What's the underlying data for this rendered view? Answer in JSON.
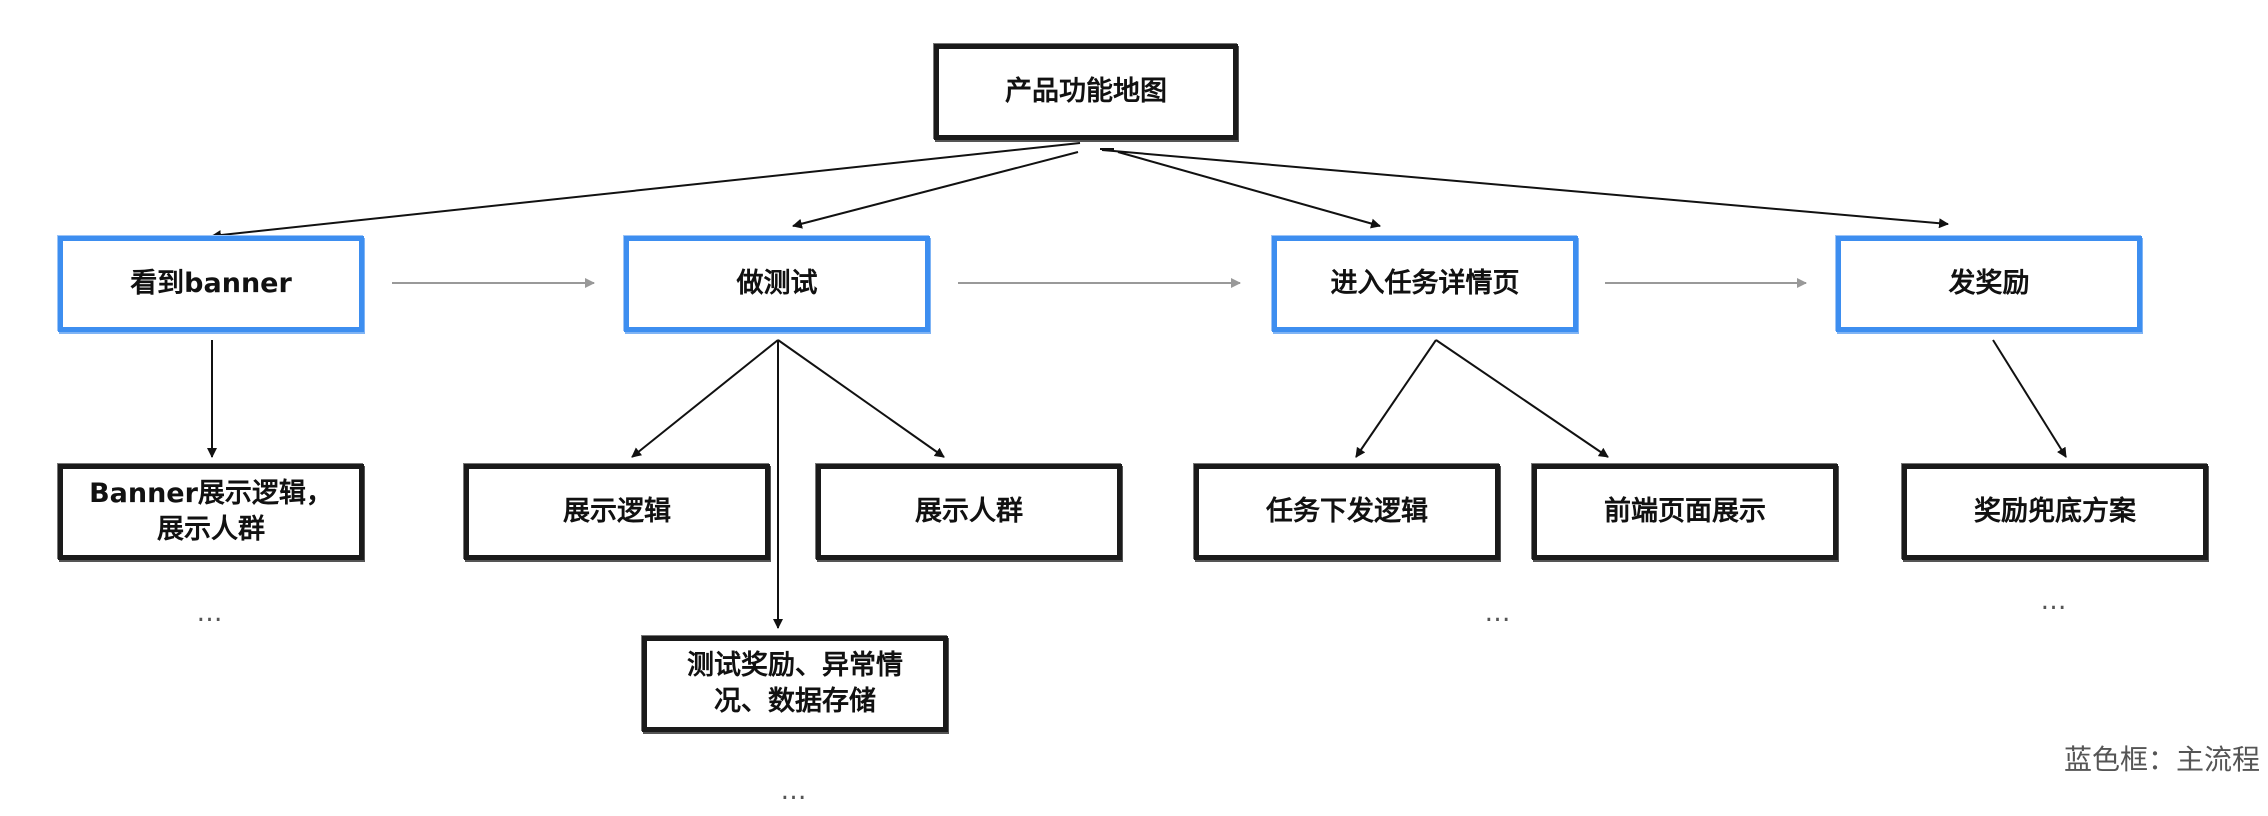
{
  "nodes": {
    "root": "产品功能地图",
    "see_banner": "看到banner",
    "do_test": "做测试",
    "task_detail": "进入任务详情页",
    "send_reward": "发奖励",
    "banner_logic": "Banner展示逻辑，展示人群",
    "show_logic": "展示逻辑",
    "show_group": "展示人群",
    "test_reward": "测试奖励、异常情况、数据存储",
    "task_dispatch": "任务下发逻辑",
    "frontend_page": "前端页面展示",
    "reward_fallback": "奖励兜底方案"
  },
  "ellipsis": "…",
  "legend": "蓝色框：主流程",
  "colors": {
    "main_flow_border": "#3d8ef0",
    "sub_border": "#1a1a1a",
    "flow_arrow": "#999999",
    "tree_arrow": "#111111"
  }
}
